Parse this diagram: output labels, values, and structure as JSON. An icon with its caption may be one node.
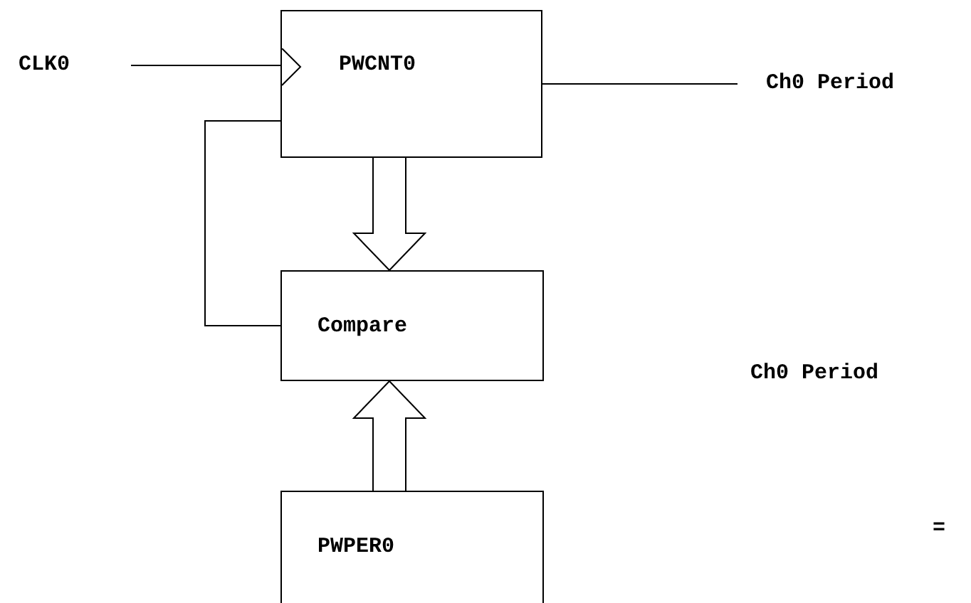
{
  "diagram": {
    "nodes": [
      {
        "text": [
          "CLK0"
        ]
      },
      {
        "text": [
          "PWCNT0"
        ]
      },
      {
        "text": [
          "Ch0 Period"
        ]
      },
      {
        "text": [
          "Compare"
        ]
      },
      {
        "text": [
          "PWPER0"
        ]
      }
    ],
    "edges": [
      {
        "from": 0,
        "to": 1,
        "arrow": "none"
      },
      {
        "from": 1,
        "to": 2,
        "arrow": "none"
      },
      {
        "from": 1,
        "to": 3,
        "arrow": "none"
      },
      {
        "from": 1,
        "to": 3,
        "arrow": "to",
        "style": "thick"
      },
      {
        "from": 4,
        "to": 3,
        "arrow": "to",
        "style": "thick"
      }
    ],
    "labels": [
      "Ch0 Period",
      "="
    ]
  }
}
